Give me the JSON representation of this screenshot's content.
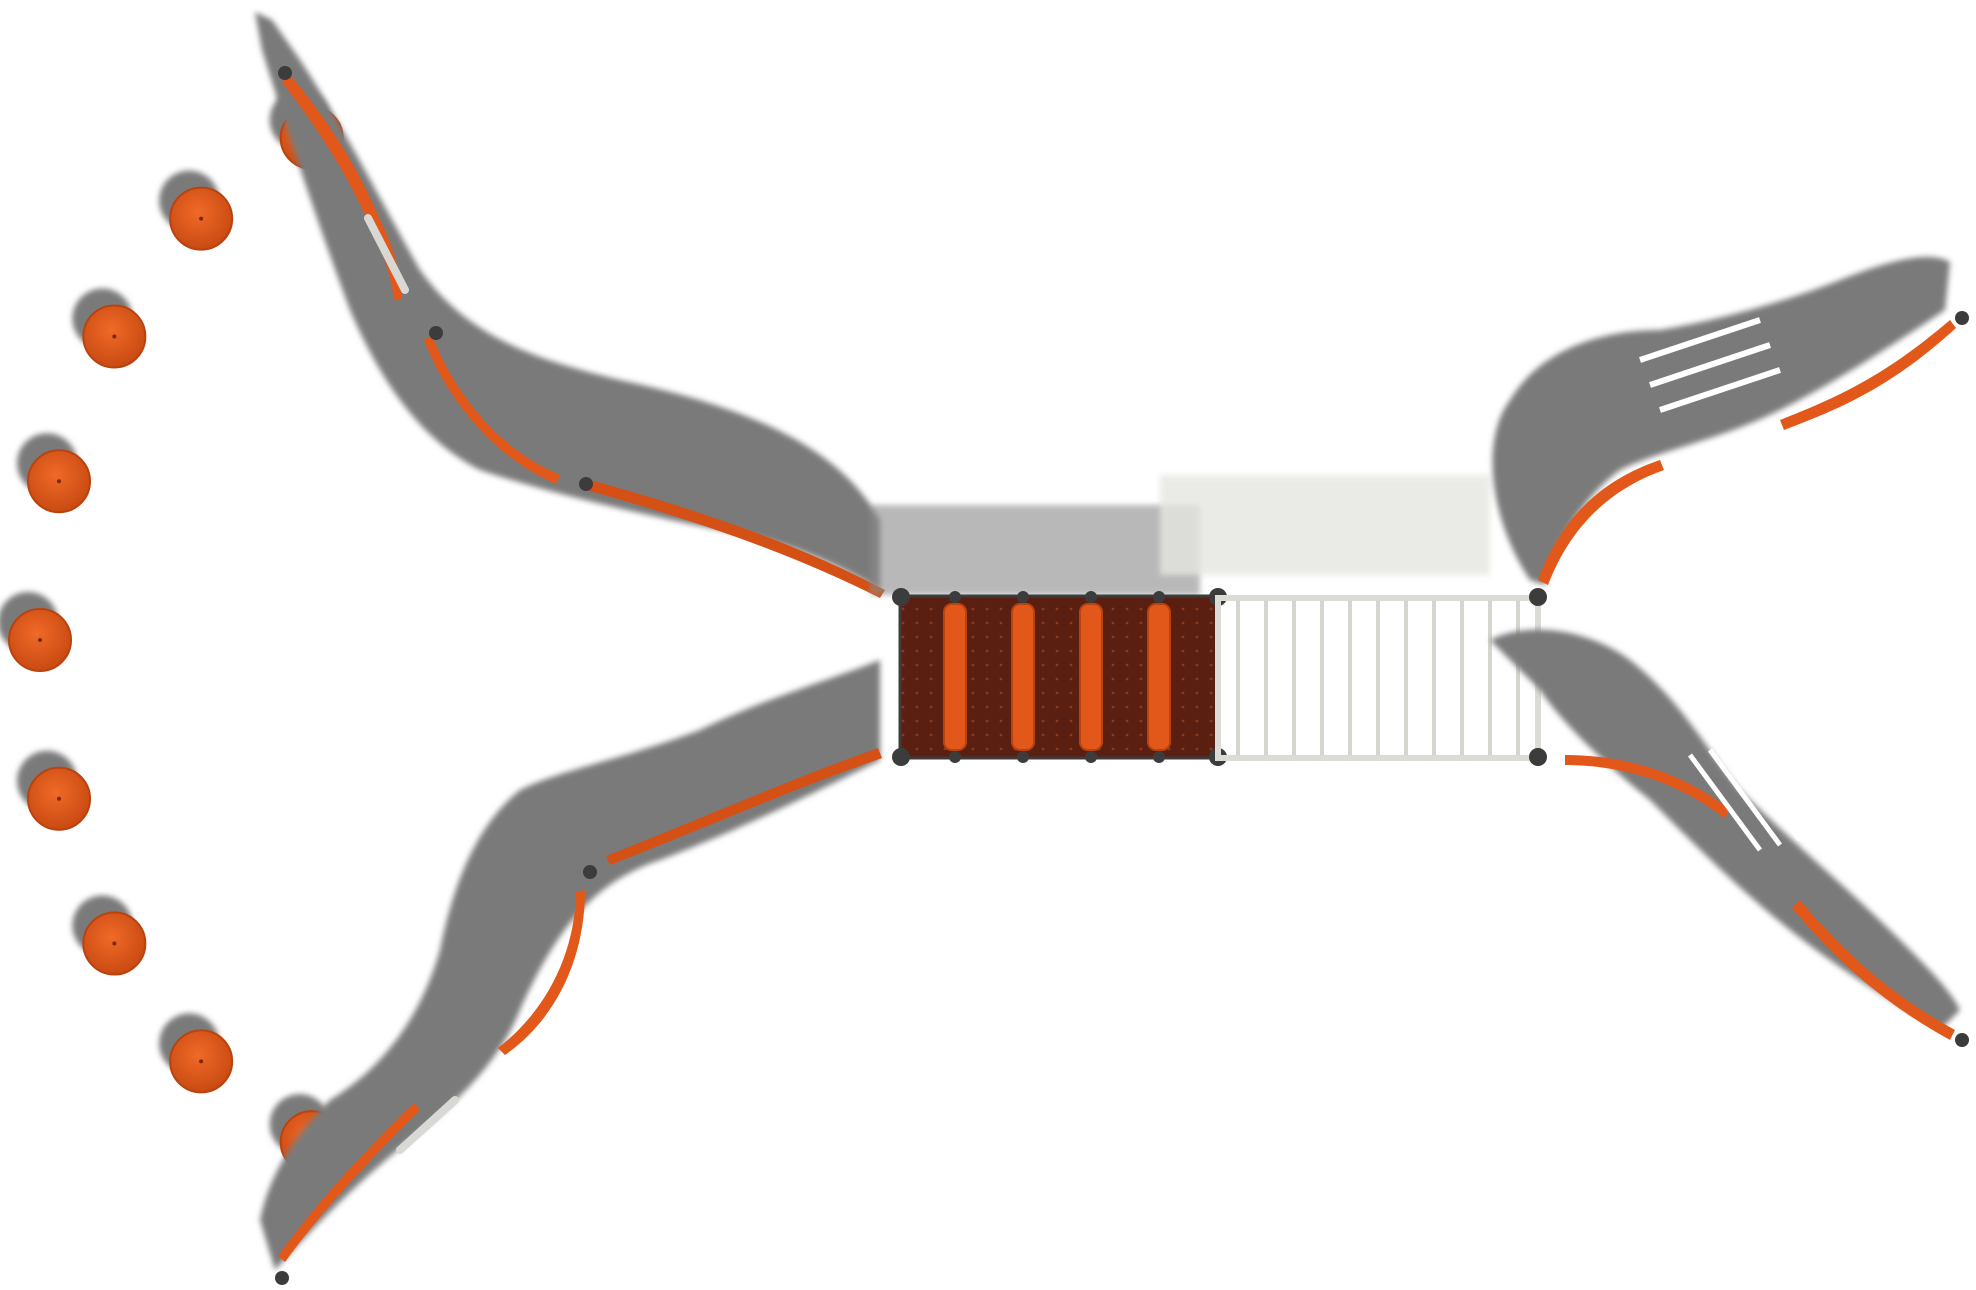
{
  "scene": {
    "subject": "playground-equipment-top-view",
    "colors": {
      "background": "#ffffff",
      "accent_orange": "#e2581a",
      "accent_orange_dark": "#b9430f",
      "shadow_grey": "#7a7a7a",
      "deck_brown": "#5a1f10",
      "rail_white": "#f2f2ee",
      "rail_grey": "#9a9a9a",
      "post_dark": "#3c3c3c"
    },
    "stepping_stones": {
      "count": 9,
      "icon": "stepping-stone-icon"
    },
    "center_deck": {
      "climbing_bars": 4,
      "icon": "climbing-net-icon"
    },
    "rope_bridge": {
      "rungs": 11,
      "icon": "bridge-icon"
    },
    "wings": [
      {
        "name": "upper-left-wing",
        "icon": "balance-beam-icon"
      },
      {
        "name": "lower-left-wing",
        "icon": "balance-beam-icon"
      },
      {
        "name": "upper-right-wing",
        "icon": "balance-beam-icon"
      },
      {
        "name": "lower-right-wing",
        "icon": "balance-beam-icon"
      }
    ]
  }
}
